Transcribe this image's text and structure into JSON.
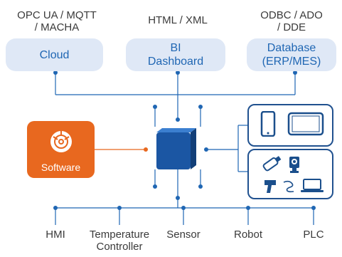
{
  "top": {
    "cloud": {
      "protocol": "OPC UA / MQTT\n/ MACHA",
      "label": "Cloud"
    },
    "bi": {
      "protocol": "HTML / XML",
      "label": "BI\nDashboard"
    },
    "database": {
      "protocol": "ODBC / ADO\n/ DDE",
      "label": "Database\n(ERP/MES)"
    }
  },
  "software": {
    "label": "Software",
    "icon": "disc-gear-icon"
  },
  "bottom": [
    "HMI",
    "Temperature\nController",
    "Sensor",
    "Robot",
    "PLC"
  ],
  "devices": {
    "top_panel": [
      "smartphone-icon",
      "tablet-icon"
    ],
    "bottom_panel": [
      "usb-drive-icon",
      "webcam-icon",
      "barcode-scanner-icon",
      "cable-icon",
      "laptop-icon"
    ]
  },
  "colors": {
    "line": "#1f66b3",
    "dot": "#1f66b3",
    "box": "#dfe8f6",
    "software": "#e8681f",
    "device": "#1b4f8c"
  }
}
